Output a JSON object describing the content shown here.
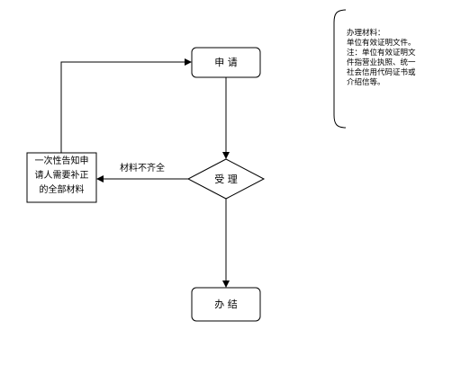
{
  "nodes": {
    "apply": "申 请",
    "accept": "受 理",
    "complete": "办 结",
    "notify_lines": [
      "一次性告知申",
      "请人需要补正",
      "的全部材料"
    ]
  },
  "edges": {
    "incomplete_label": "材料不齐全"
  },
  "note": {
    "lines": [
      "办理材料：",
      "单位有效证明文件。",
      "注：单位有效证明文",
      "件指营业执照、统一",
      "社会信用代码证书或",
      "介绍信等。"
    ]
  }
}
